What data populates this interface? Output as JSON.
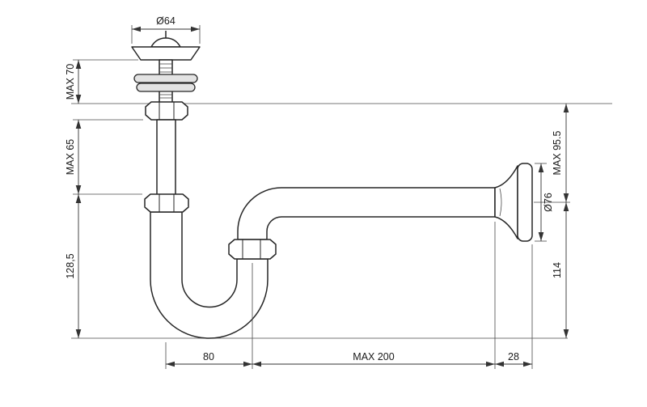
{
  "page": {
    "background": "#ffffff"
  },
  "drawing": {
    "subject": "basin siphon (P-trap) dimensional technical drawing",
    "line_color": "#262626",
    "dim_color": "#333333",
    "fill_color": "#ffffff",
    "washer_color": "#e3e3e3"
  },
  "dims": {
    "dia_top": "Ø64",
    "max70": "MAX 70",
    "max65": "MAX 65",
    "drop": "128,5",
    "max955": "MAX 95.5",
    "dia_flange": "Ø76",
    "depth114": "114",
    "offset80": "80",
    "reach200": "MAX 200",
    "depth28": "28"
  }
}
